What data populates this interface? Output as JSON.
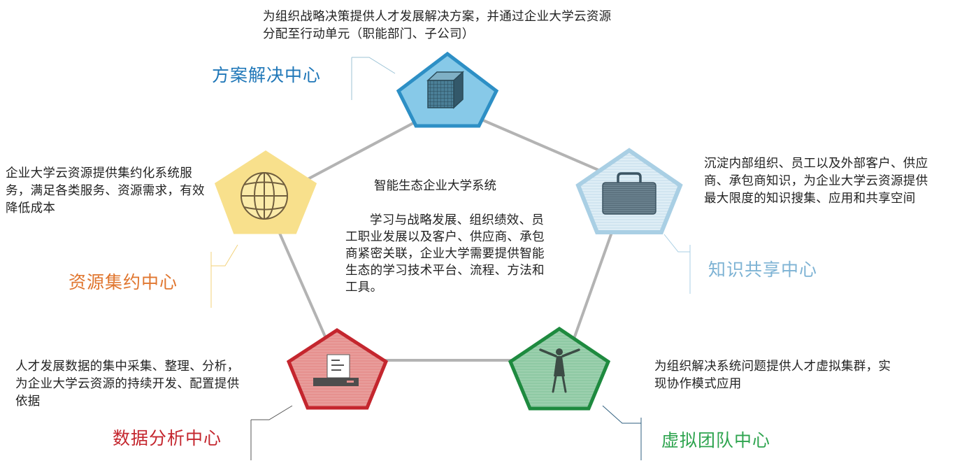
{
  "center": {
    "title": "智能生态企业大学系统",
    "body": "学习与战略发展、组织绩效、员工职业发展以及客户、供应商、承包商紧密关联，企业大学需要提供智能生态的学习技术平台、流程、方法和工具。"
  },
  "nodes": [
    {
      "id": "solution",
      "title": "方案解决中心",
      "desc": "为组织战略决策提供人才发展解决方案，并通过企业大学云资源分配至行动单元（职能部门、子公司）",
      "color": "#1f77b8",
      "fill": "#87c9e8",
      "stroke": "#2d8fc5",
      "icon": "cube-icon"
    },
    {
      "id": "knowledge",
      "title": "知识共享中心",
      "desc": "沉淀内部组织、员工以及外部客户、供应商、承包商知识，为企业大学云资源提供最大限度的知识搜集、应用和共享空间",
      "color": "#7eb3d4",
      "fill": "#dfeef6",
      "stroke": "#a9cfe4",
      "icon": "briefcase-icon"
    },
    {
      "id": "virtual",
      "title": "虚拟团队中心",
      "desc": "为组织解决系统问题提供人才虚拟集群，实现协作模式应用",
      "color": "#2ea44f",
      "fill": "#8fc9a4",
      "stroke": "#1e8a3f",
      "icon": "person-icon"
    },
    {
      "id": "data",
      "title": "数据分析中心",
      "desc": "人才发展数据的集中采集、整理、分析，为企业大学云资源的持续开发、配置提供依据",
      "color": "#c4262e",
      "fill": "#e6918f",
      "stroke": "#c4262e",
      "icon": "computer-icon"
    },
    {
      "id": "resource",
      "title": "资源集约中心",
      "desc": "企业大学云资源提供集约化系统服务，满足各类服务、资源需求，有效降低成本",
      "color": "#e0762f",
      "fill": "#f8e08c",
      "stroke": "#f8e08c",
      "icon": "globe-icon"
    }
  ]
}
